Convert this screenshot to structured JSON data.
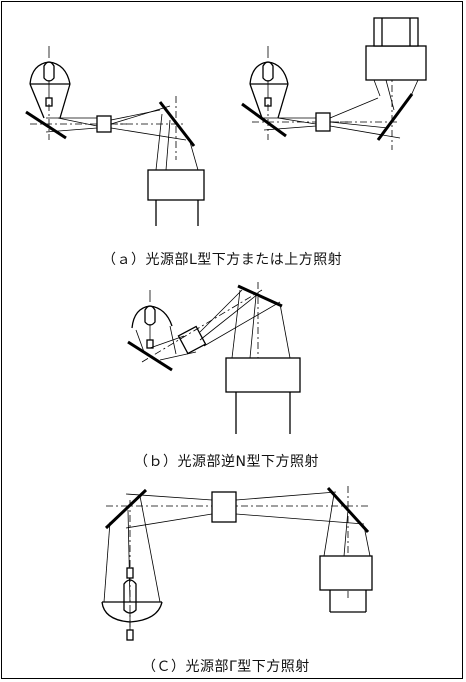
{
  "captions": {
    "a": "（ａ）光源部L型下方または上方照射",
    "b": "（ｂ）光源部逆N型下方照射",
    "c": "（Ｃ）光源部Γ型下方照射"
  },
  "colors": {
    "line": "#000000",
    "background": "#ffffff"
  }
}
